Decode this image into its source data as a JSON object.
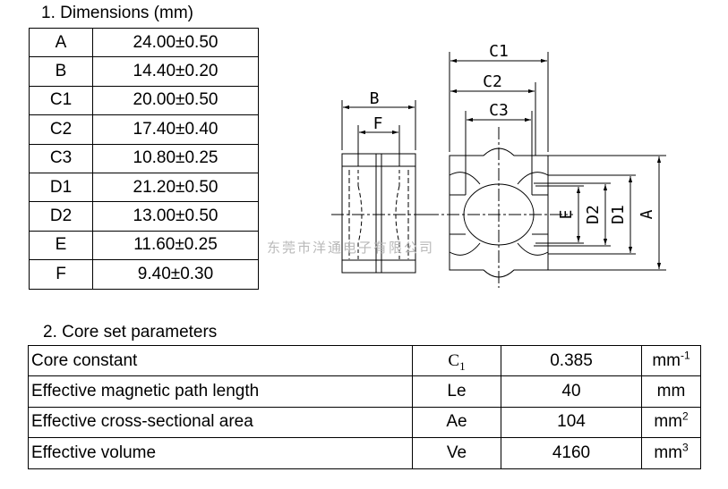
{
  "dimensions": {
    "heading": "1. Dimensions (mm)",
    "rows": [
      {
        "label": "A",
        "value": "24.00±0.50"
      },
      {
        "label": "B",
        "value": "14.40±0.20"
      },
      {
        "label": "C1",
        "value": "20.00±0.50"
      },
      {
        "label": "C2",
        "value": "17.40±0.40"
      },
      {
        "label": "C3",
        "value": "10.80±0.25"
      },
      {
        "label": "D1",
        "value": "21.20±0.50"
      },
      {
        "label": "D2",
        "value": "13.00±0.50"
      },
      {
        "label": "E",
        "value": "11.60±0.25"
      },
      {
        "label": "F",
        "value": "9.40±0.30"
      }
    ]
  },
  "drawing": {
    "labels": {
      "B": "B",
      "F": "F",
      "C1": "C1",
      "C2": "C2",
      "C3": "C3",
      "E": "E",
      "D2": "D2",
      "D1": "D1",
      "A": "A"
    }
  },
  "watermark": "东莞市洋通电子有限公司",
  "parameters": {
    "heading": "2.  Core set parameters",
    "rows": [
      {
        "name": "Core constant",
        "symbol": "C",
        "symbol_sub": "1",
        "value": "0.385",
        "unit": "mm",
        "unit_exp": "-1"
      },
      {
        "name": "Effective magnetic path length",
        "symbol": "Le",
        "value": "40",
        "unit": "mm",
        "unit_exp": ""
      },
      {
        "name": "Effective cross-sectional area",
        "symbol": "Ae",
        "value": "104",
        "unit": "mm",
        "unit_exp": "2"
      },
      {
        "name": "Effective volume",
        "symbol": "Ve",
        "value": "4160",
        "unit": "mm",
        "unit_exp": "3"
      }
    ]
  }
}
